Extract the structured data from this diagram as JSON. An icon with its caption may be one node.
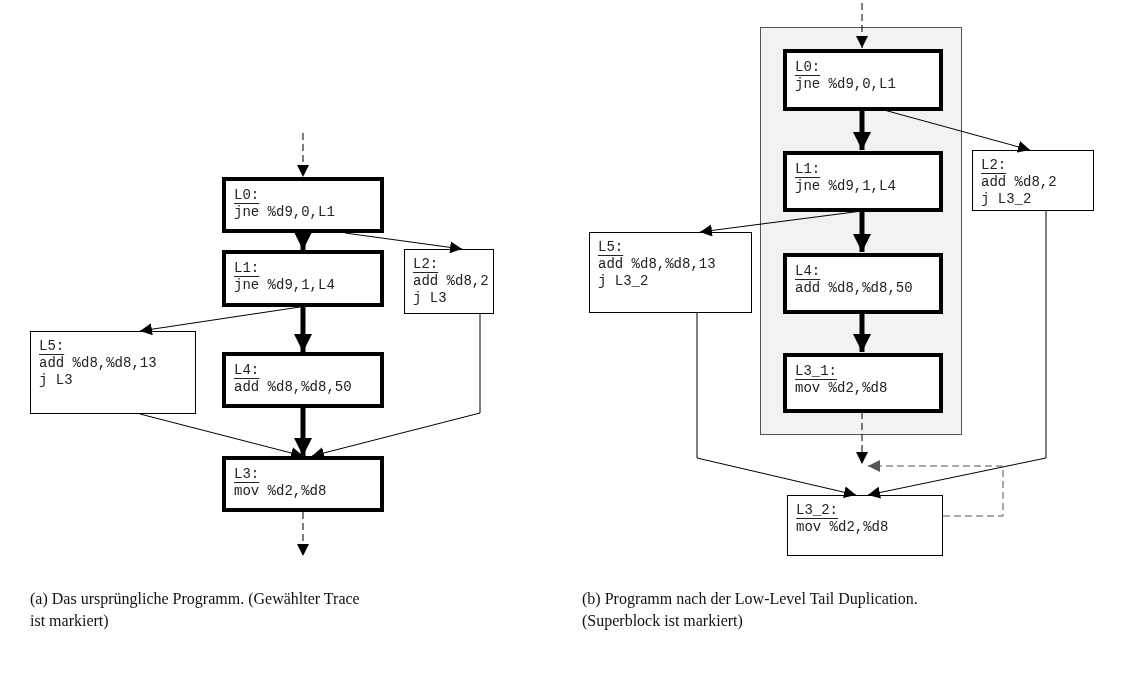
{
  "diagram": {
    "nodes": [
      {
        "text": [
          "L0:",
          "jne %d9,0,L1"
        ]
      },
      {
        "text": [
          "L1:",
          "jne %d9,1,L4"
        ]
      },
      {
        "text": [
          "L2:",
          "add %d8,2",
          "j L3"
        ]
      },
      {
        "text": [
          "L5:",
          "add %d8,%d8,13",
          "j L3"
        ]
      },
      {
        "text": [
          "L4:",
          "add %d8,%d8,50"
        ]
      },
      {
        "text": [
          "L3:",
          "mov %d2,%d8"
        ]
      },
      {
        "text": [],
        "shape": "box"
      },
      {
        "text": [
          "L0:",
          "jne %d9,0,L1"
        ],
        "in": 6
      },
      {
        "text": [
          "L1:",
          "jne %d9,1,L4"
        ],
        "in": 6
      },
      {
        "text": [
          "L2:",
          "add %d8,2",
          "j L3_2"
        ]
      },
      {
        "text": [
          "L5:",
          "add %d8,%d8,13",
          "j L3_2"
        ]
      },
      {
        "text": [
          "L4:",
          "add %d8,%d8,50"
        ],
        "in": 6
      },
      {
        "text": [
          "L3_1:",
          "mov %d2,%d8"
        ],
        "in": 6
      },
      {
        "text": [
          "L3_2:",
          "mov %d2,%d8"
        ]
      }
    ],
    "edges": [
      {
        "from": null,
        "to": 0,
        "arrow": "to",
        "style": "dashed"
      },
      {
        "from": 0,
        "to": 1,
        "arrow": "to",
        "style": "thick"
      },
      {
        "from": 0,
        "to": 2,
        "arrow": "to"
      },
      {
        "from": 1,
        "to": 3,
        "arrow": "to"
      },
      {
        "from": 1,
        "to": 4,
        "arrow": "to",
        "style": "thick"
      },
      {
        "from": 3,
        "to": 5,
        "arrow": "to"
      },
      {
        "from": 4,
        "to": 5,
        "arrow": "to",
        "style": "thick"
      },
      {
        "from": 2,
        "to": 5,
        "arrow": "to"
      },
      {
        "from": 5,
        "to": null,
        "arrow": "to",
        "style": "dashed"
      },
      {
        "from": null,
        "to": 7,
        "arrow": "to",
        "style": "dashed"
      },
      {
        "from": 7,
        "to": 8,
        "arrow": "to",
        "style": "thick"
      },
      {
        "from": 7,
        "to": 9,
        "arrow": "to"
      },
      {
        "from": 8,
        "to": 10,
        "arrow": "to"
      },
      {
        "from": 8,
        "to": 11,
        "arrow": "to",
        "style": "thick"
      },
      {
        "from": 11,
        "to": 12,
        "arrow": "to",
        "style": "thick"
      },
      {
        "from": 12,
        "to": null,
        "arrow": "to",
        "style": "dashed"
      },
      {
        "from": 10,
        "to": 13,
        "arrow": "to"
      },
      {
        "from": 9,
        "to": 13,
        "arrow": "to"
      },
      {
        "from": 13,
        "to": null,
        "arrow": "to",
        "style": "dashed",
        "color": "#555555"
      }
    ],
    "labels": [
      "(a) Das ursprüngliche Programm. (Gewählter Trace ist markiert)",
      "(b) Programm nach der Low-Level Tail Duplication. (Superblock ist markiert)"
    ]
  }
}
